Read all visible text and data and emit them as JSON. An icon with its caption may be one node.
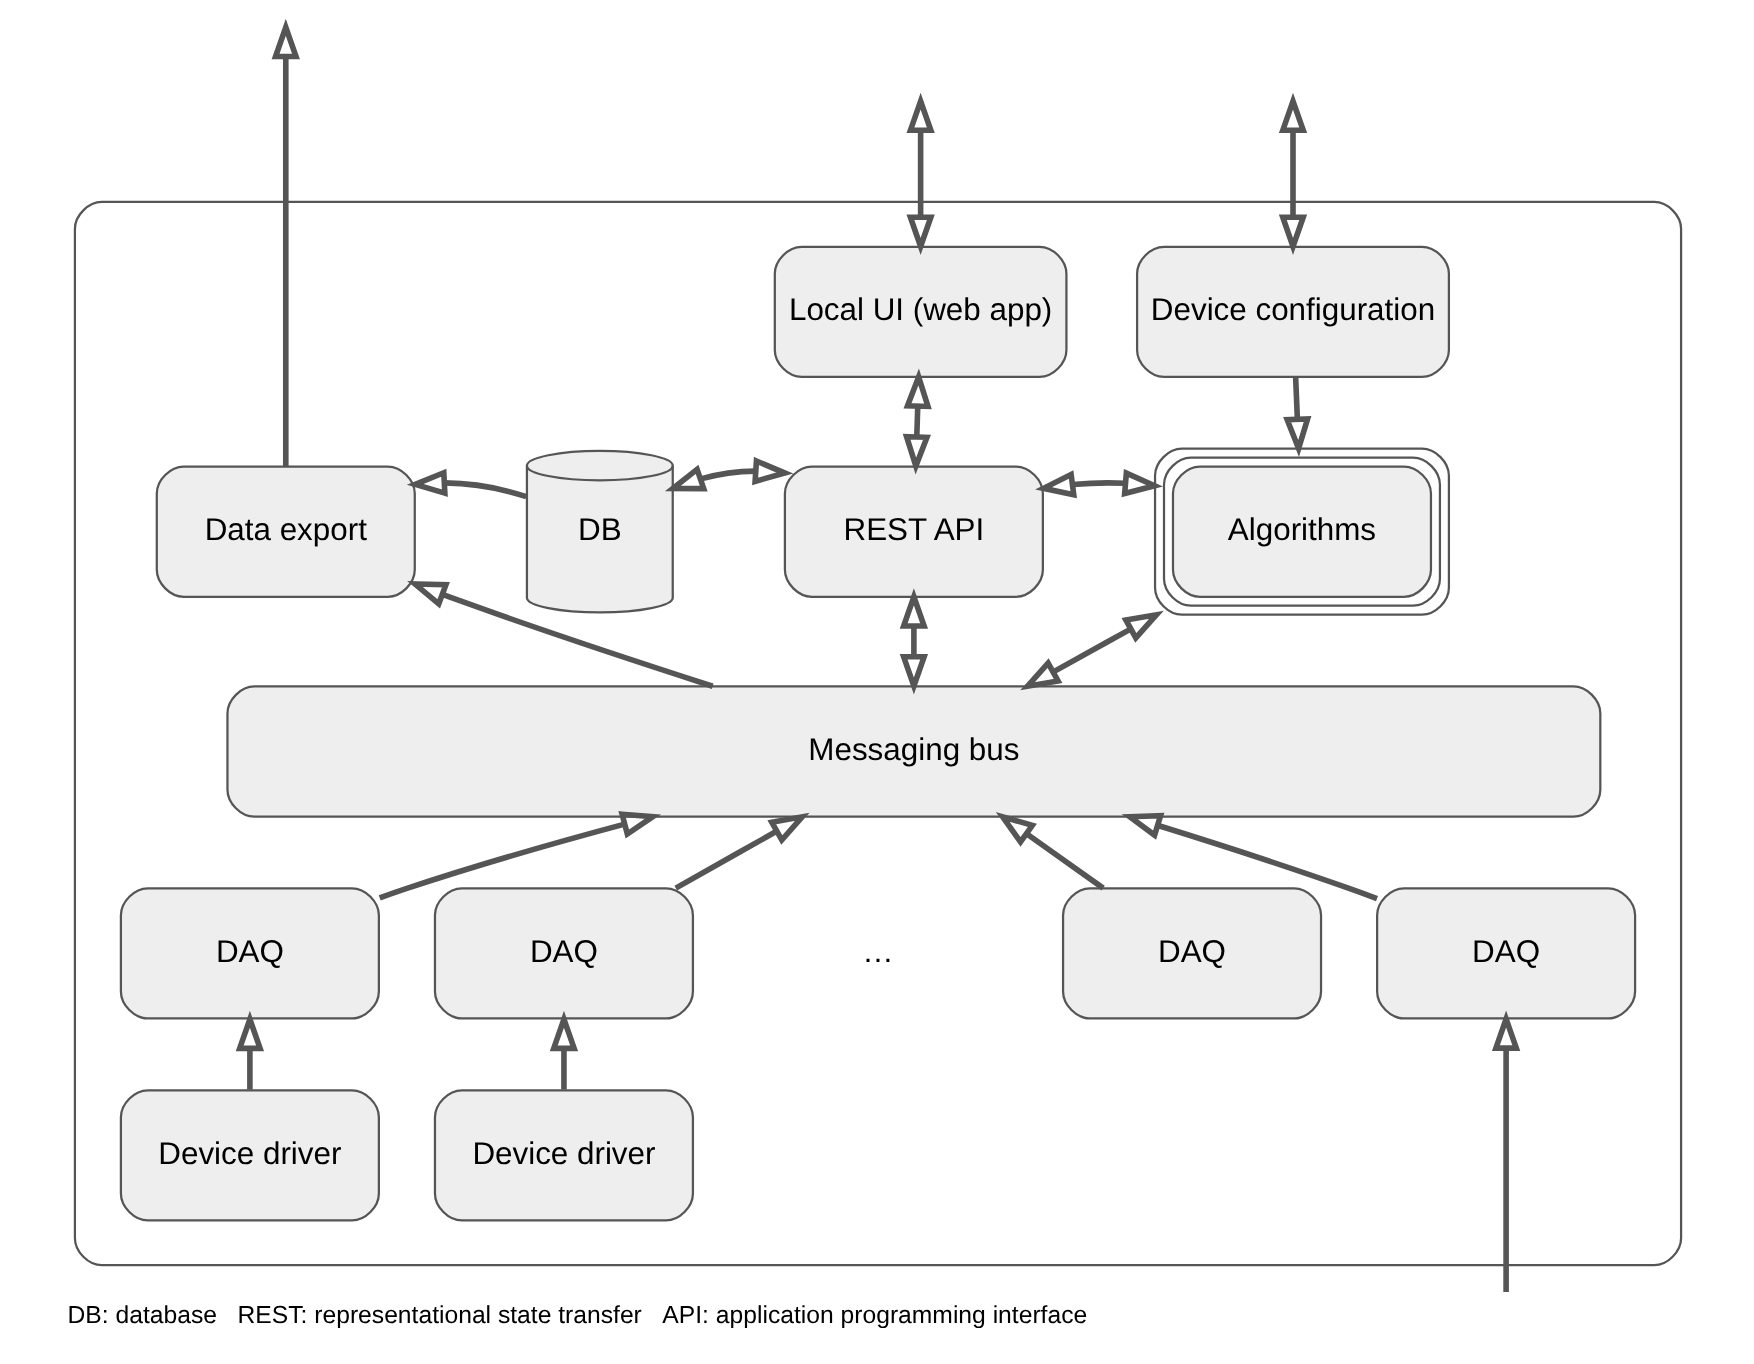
{
  "diagram": {
    "caption": "DB: database   REST: representational state transfer   API: application programming interface",
    "nodes": [
      {
        "text": [],
        "shape": "box"
      },
      {
        "text": [
          "Local UI (web app)"
        ],
        "in": 0
      },
      {
        "text": [
          "Device configuration"
        ],
        "in": 0
      },
      {
        "text": [
          "Data export"
        ],
        "in": 0
      },
      {
        "text": [
          "DB"
        ],
        "in": 0
      },
      {
        "text": [
          "REST API"
        ],
        "in": 0
      },
      {
        "text": [
          "Algorithms"
        ],
        "in": 0
      },
      {
        "text": [
          "Messaging bus"
        ],
        "in": 0
      },
      {
        "text": [
          "DAQ"
        ],
        "in": 0
      },
      {
        "text": [
          "DAQ"
        ],
        "in": 0
      },
      {
        "text": [
          "DAQ"
        ],
        "in": 0
      },
      {
        "text": [
          "DAQ"
        ],
        "in": 0
      },
      {
        "text": [
          "Device driver"
        ],
        "in": 0
      },
      {
        "text": [
          "Device driver"
        ],
        "in": 0
      }
    ],
    "edges": [
      {
        "from": 3,
        "to": null,
        "arrow": "to"
      },
      {
        "from": null,
        "to": 1,
        "arrow": "both"
      },
      {
        "from": null,
        "to": 2,
        "arrow": "both"
      },
      {
        "from": 1,
        "to": 5,
        "arrow": "both"
      },
      {
        "from": 2,
        "to": 6,
        "arrow": "to"
      },
      {
        "from": 4,
        "to": 3,
        "arrow": "to"
      },
      {
        "from": 4,
        "to": 5,
        "arrow": "both"
      },
      {
        "from": 5,
        "to": 6,
        "arrow": "both"
      },
      {
        "from": 7,
        "to": 3,
        "arrow": "to"
      },
      {
        "from": 5,
        "to": 7,
        "arrow": "both"
      },
      {
        "from": 6,
        "to": 7,
        "arrow": "both"
      },
      {
        "from": 8,
        "to": 7,
        "arrow": "to"
      },
      {
        "from": 9,
        "to": 7,
        "arrow": "to"
      },
      {
        "from": 10,
        "to": 7,
        "arrow": "to"
      },
      {
        "from": 11,
        "to": 7,
        "arrow": "to"
      },
      {
        "from": 12,
        "to": 8,
        "arrow": "to"
      },
      {
        "from": 13,
        "to": 9,
        "arrow": "to"
      },
      {
        "from": null,
        "to": 11,
        "arrow": "to"
      }
    ],
    "labels": [
      "…"
    ]
  }
}
